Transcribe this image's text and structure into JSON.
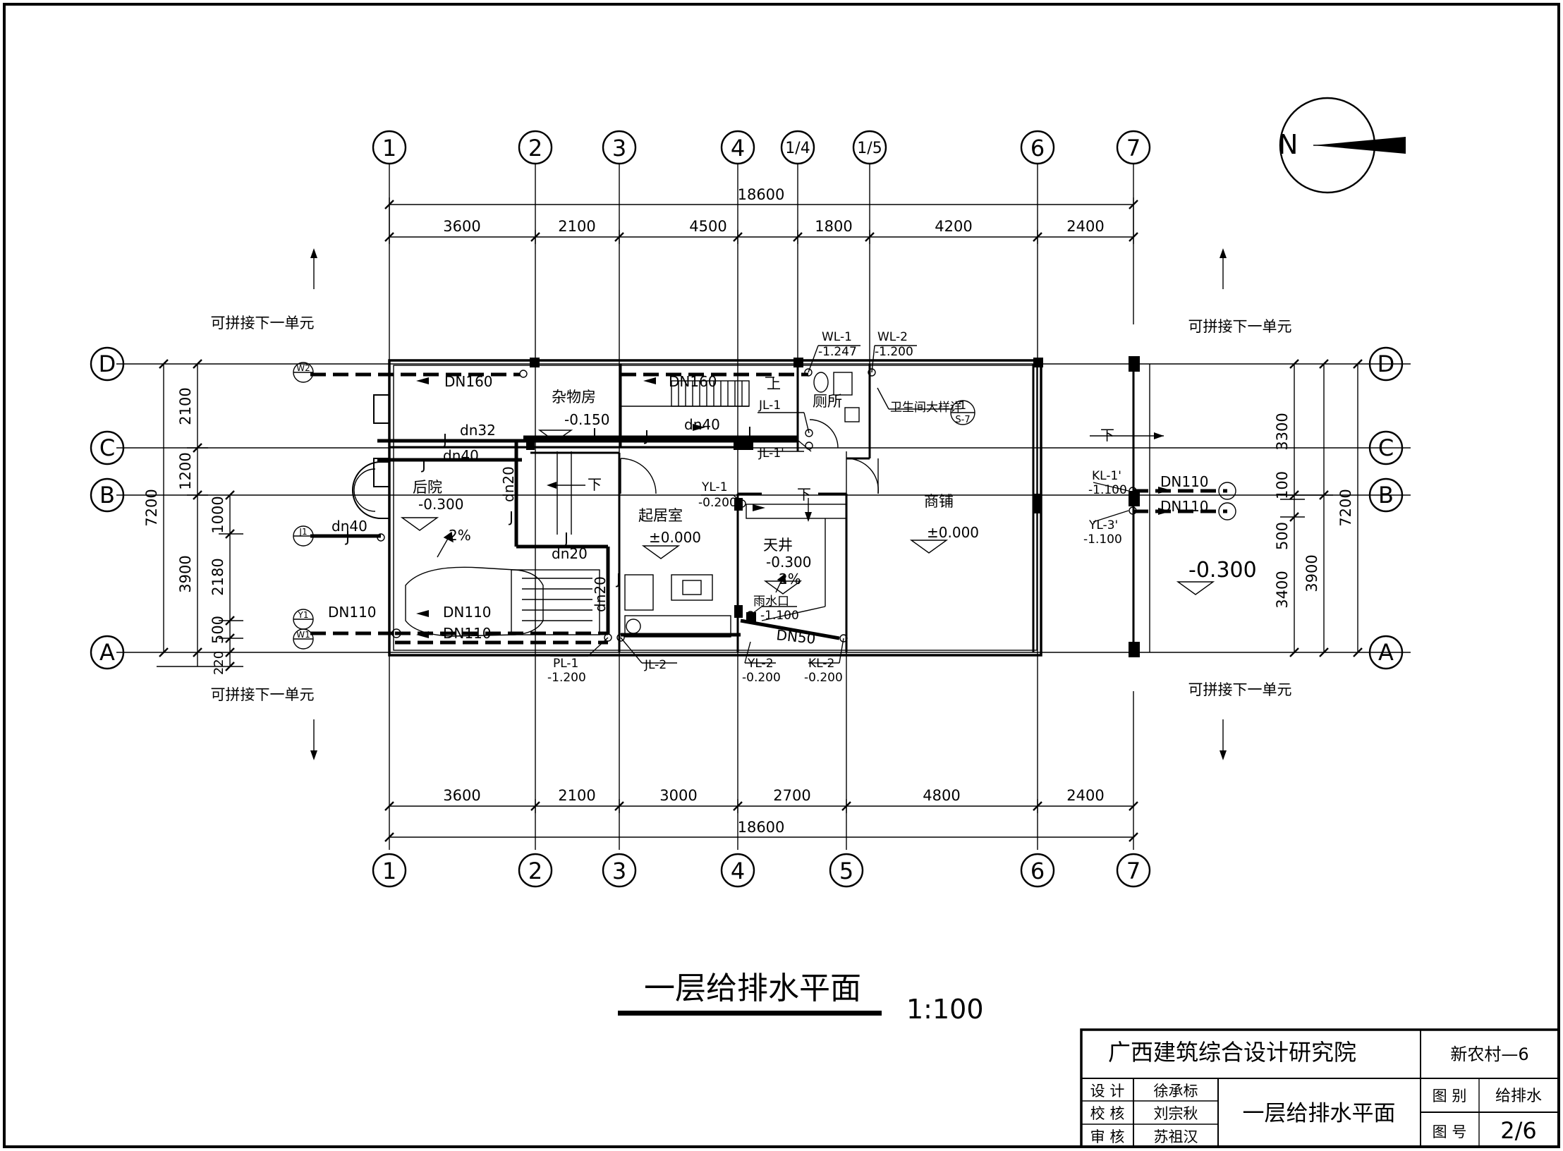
{
  "drawing": {
    "title": "一层给排水平面",
    "scale": "1:100",
    "north_label": "N"
  },
  "axes": {
    "top": [
      "1",
      "2",
      "3",
      "4",
      "1/4",
      "1/5",
      "6",
      "7"
    ],
    "bottom": [
      "1",
      "2",
      "3",
      "4",
      "5",
      "6",
      "7"
    ],
    "rows": [
      "D",
      "C",
      "B",
      "A"
    ]
  },
  "dimensions": {
    "top_total": "18600",
    "top": [
      "3600",
      "2100",
      "4500",
      "1800",
      "4200",
      "2400"
    ],
    "bottom": [
      "3600",
      "2100",
      "3000",
      "2700",
      "4800",
      "2400"
    ],
    "bottom_total": "18600",
    "left_outer": "7200",
    "left_mid": [
      "2100",
      "1200",
      "3900"
    ],
    "left_inner": [
      "1000",
      "2180",
      "500",
      "220"
    ],
    "right_inner": [
      "3300",
      "100",
      "500",
      "3400"
    ],
    "right_outer": [
      "7200",
      "3900"
    ]
  },
  "notes": {
    "connect_next_unit": "可拼接下一单元",
    "down": "下",
    "up": "上",
    "slope": "2%"
  },
  "rooms": {
    "storage": "杂物房",
    "toilet": "厕所",
    "backyard": "后院",
    "living": "起居室",
    "patio": "天井",
    "shop": "商铺",
    "toilet_detail": "卫生间大样详"
  },
  "levels": {
    "storage": "-0.150",
    "backyard": "-0.300",
    "living": "±0.000",
    "patio": "-0.300",
    "shop": "±0.000",
    "street": "-0.300"
  },
  "detail_callout": {
    "num": "1",
    "sheet": "S-7"
  },
  "pipes": {
    "dn160_a": "DN160",
    "dn160_b": "DN160",
    "dn32": "dn32",
    "dn40_a": "dn40",
    "dn40_b": "dn40",
    "dn40_c": "dn40",
    "dn20_a": "dn20",
    "dn20_b": "dn20",
    "dn20_c": "dn20",
    "dn110_a": "DN110",
    "dn110_b": "DN110",
    "dn110_c": "DN110",
    "dn110_d": "DN110",
    "dn110_e": "DN110",
    "dn50": "DN50",
    "j": "J"
  },
  "risers": {
    "wl1": "WL-1",
    "wl1_lv": "-1.247",
    "wl2": "WL-2",
    "wl2_lv": "-1.200",
    "jl1": "JL-1",
    "jl1p": "JL-1'",
    "yl1": "YL-1",
    "yl1_lv": "-0.200",
    "yl2": "YL-2",
    "yl2_lv": "-0.200",
    "kl2": "KL-2",
    "kl2_lv": "-0.200",
    "pl1": "PL-1",
    "pl1_lv": "-1.200",
    "jl2": "JL-2",
    "kl1p": "KL-1'",
    "kl1p_lv": "-1.100",
    "yl3p": "YL-3'",
    "yl3p_lv": "-1.100",
    "rain_outlet": "雨水口",
    "rain_outlet_lv": "-1.100"
  },
  "pipe_marks": {
    "w2": "W2",
    "w1": "W1",
    "j1": "J1",
    "y1": "Y1"
  },
  "title_block": {
    "institute": "广西建筑综合设计研究院",
    "project": "新农村—6",
    "design_label": "设 计",
    "design_name": "徐承标",
    "check_label": "校 核",
    "check_name": "刘宗秋",
    "review_label": "审 核",
    "review_name": "苏祖汉",
    "sheet_title": "一层给排水平面",
    "category_label": "图 别",
    "category": "给排水",
    "number_label": "图 号",
    "number": "2/6"
  }
}
